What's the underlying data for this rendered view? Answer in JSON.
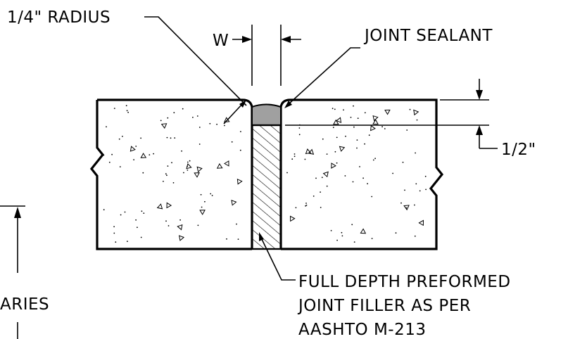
{
  "labels": {
    "radius": "1/4\" RADIUS",
    "width": "W",
    "joint_sealant": "JOINT SEALANT",
    "depth": "1/2\"",
    "filler_line1": "FULL DEPTH PREFORMED",
    "filler_line2": "JOINT FILLER AS PER",
    "filler_line3": "AASHTO M-213",
    "partial_left": "ARIES"
  },
  "colors": {
    "line": "#000000",
    "sealant": "#a0a0a0",
    "background": "#ffffff"
  }
}
